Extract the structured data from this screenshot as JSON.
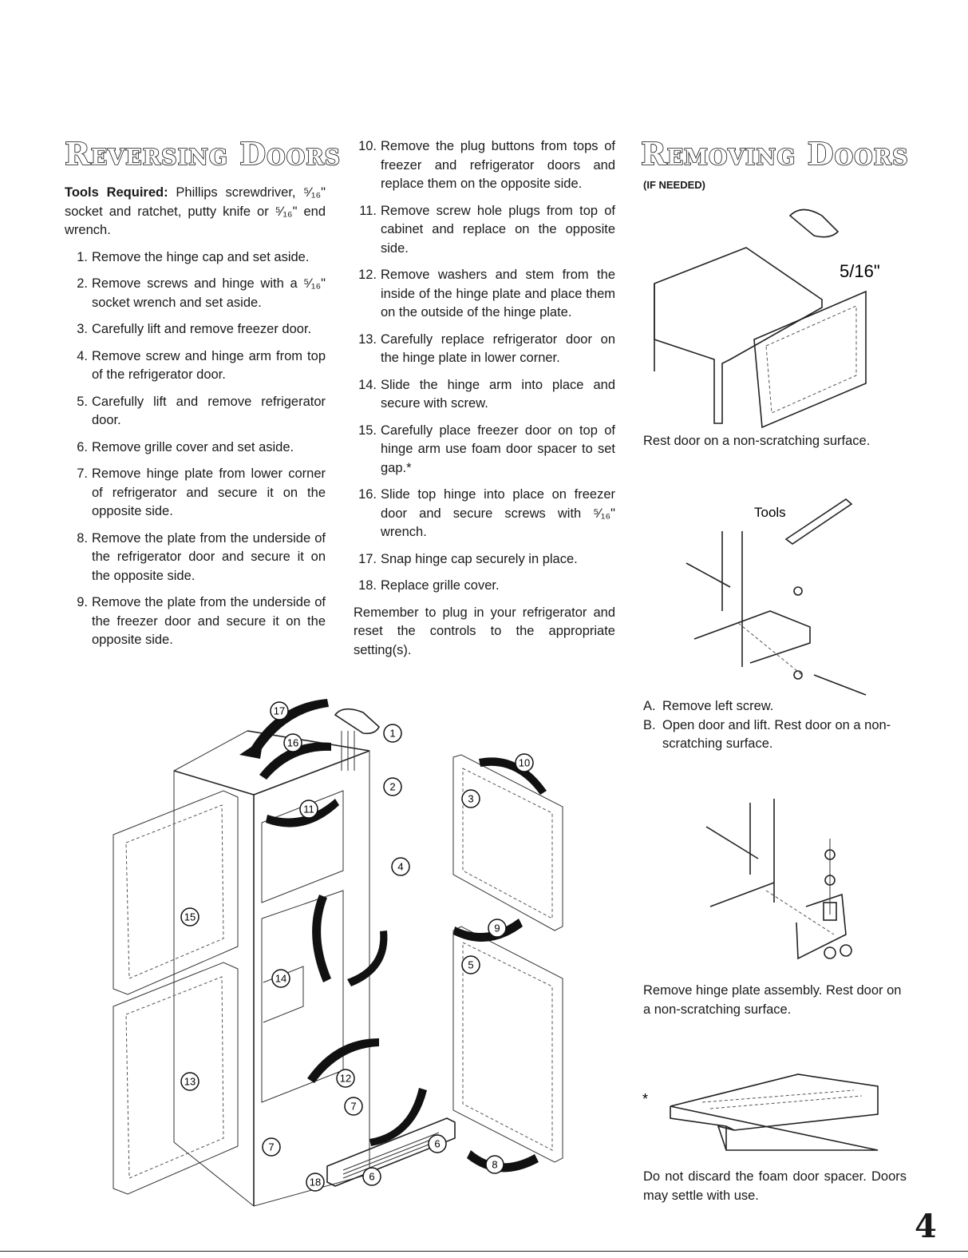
{
  "reversing": {
    "title": "Reversing Doors",
    "tools_lead": "Tools Required:",
    "tools_text": "Phillips screwdriver, ⁵⁄₁₆\" socket and ratchet, putty knife or ⁵⁄₁₆\" end wrench.",
    "steps_a": [
      {
        "n": "1.",
        "text": "Remove the hinge cap and set aside."
      },
      {
        "n": "2.",
        "text": "Remove screws and hinge with a ⁵⁄₁₆\" socket wrench and set aside."
      },
      {
        "n": "3.",
        "text": "Carefully lift and remove freezer door."
      },
      {
        "n": "4.",
        "text": "Remove screw and hinge arm from top of the refrigerator door."
      },
      {
        "n": "5.",
        "text": "Carefully lift and remove refrigerator door."
      },
      {
        "n": "6.",
        "text": "Remove grille cover and set aside."
      },
      {
        "n": "7.",
        "text": "Remove hinge plate from lower corner of refrigerator and secure it on the opposite side."
      },
      {
        "n": "8.",
        "text": "Remove the plate from the underside of the refrigerator door and secure it on the opposite side."
      },
      {
        "n": "9.",
        "text": "Remove the plate from the underside of the freezer door and secure it on the opposite side."
      }
    ],
    "steps_b": [
      {
        "n": "10.",
        "text": "Remove the plug buttons from tops of freezer and refrigerator doors and replace them on the opposite side."
      },
      {
        "n": "11.",
        "text": "Remove screw hole plugs from top of cabinet and replace on the opposite side."
      },
      {
        "n": "12.",
        "text": "Remove washers and stem from the inside of the hinge plate and place them on the outside of the hinge plate."
      },
      {
        "n": "13.",
        "text": "Carefully replace refrigerator door on the hinge plate in lower corner."
      },
      {
        "n": "14.",
        "text": "Slide the hinge arm into place and secure with screw."
      },
      {
        "n": "15.",
        "text": "Carefully place freezer door on top of hinge arm use foam door spacer to set gap.*"
      },
      {
        "n": "16.",
        "text": "Slide top hinge into place on freezer door and secure screws with ⁵⁄₁₆\" wrench."
      },
      {
        "n": "17.",
        "text": "Snap hinge cap securely in place."
      },
      {
        "n": "18.",
        "text": "Replace grille cover."
      }
    ],
    "reminder": "Remember to plug in your refrigerator and reset the controls to the appropriate setting(s)."
  },
  "removing": {
    "title": "Removing Doors",
    "subtitle": "(IF NEEDED)",
    "wrench_size": "5/16\"",
    "caption_1": "Rest door on a non-scratching surface.",
    "tools_label": "Tools",
    "steps": [
      {
        "n": "A.",
        "text": "Remove left screw."
      },
      {
        "n": "B.",
        "text": "Open door and lift. Rest door on a non-scratching surface."
      }
    ],
    "caption_3": "Remove hinge plate assembly. Rest door on a non-scratching surface.",
    "asterisk": "*",
    "caption_4": "Do not discard the foam door spacer. Doors may settle with use."
  },
  "callouts": [
    "17",
    "16",
    "1",
    "2",
    "11",
    "10",
    "3",
    "4",
    "15",
    "9",
    "14",
    "5",
    "13",
    "12",
    "7",
    "7",
    "6",
    "8",
    "18",
    "6"
  ],
  "page_number": "4"
}
